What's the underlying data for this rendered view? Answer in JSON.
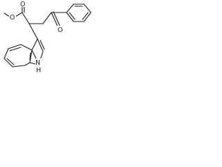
{
  "molecule": {
    "atoms": {
      "o_ester_double": "O",
      "o_ester_single": "O",
      "o_ketone": "O",
      "n_indole": "H\nN"
    },
    "labels": {
      "o_ester_double": "O",
      "o_ester_single": "O",
      "o_ketone": "O",
      "n_indole_h": "H",
      "n_indole_n": "N"
    }
  }
}
